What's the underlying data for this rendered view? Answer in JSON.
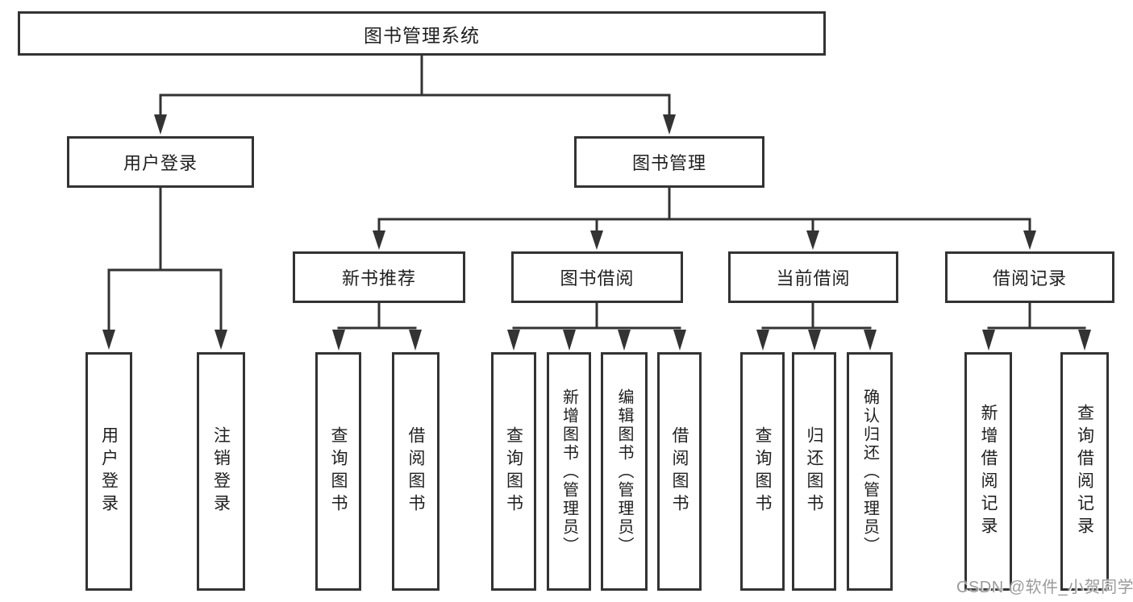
{
  "diagram": {
    "type": "hierarchy-tree",
    "colors": {
      "line": "#333333",
      "box_border": "#333333",
      "text": "#1f1f1f",
      "background": "#ffffff",
      "watermark": "#9b9b9b"
    },
    "tree": {
      "root": {
        "label": "图书管理系统"
      },
      "branches": [
        {
          "label": "用户登录",
          "children": [
            {
              "label": "用户登录"
            },
            {
              "label": "注销登录"
            }
          ]
        },
        {
          "label": "图书管理",
          "children": [
            {
              "label": "新书推荐",
              "children": [
                {
                  "label": "查询图书"
                },
                {
                  "label": "借阅图书"
                }
              ]
            },
            {
              "label": "图书借阅",
              "children": [
                {
                  "label": "查询图书"
                },
                {
                  "label": "新增图书（管理员）"
                },
                {
                  "label": "编辑图书（管理员）"
                },
                {
                  "label": "借阅图书"
                }
              ]
            },
            {
              "label": "当前借阅",
              "children": [
                {
                  "label": "查询图书"
                },
                {
                  "label": "归还图书"
                },
                {
                  "label": "确认归还（管理员）"
                }
              ]
            },
            {
              "label": "借阅记录",
              "children": [
                {
                  "label": "新增借阅记录"
                },
                {
                  "label": "查询借阅记录"
                }
              ]
            }
          ]
        }
      ]
    },
    "watermark": {
      "text": "CSDN @软件_小贺同学"
    }
  }
}
